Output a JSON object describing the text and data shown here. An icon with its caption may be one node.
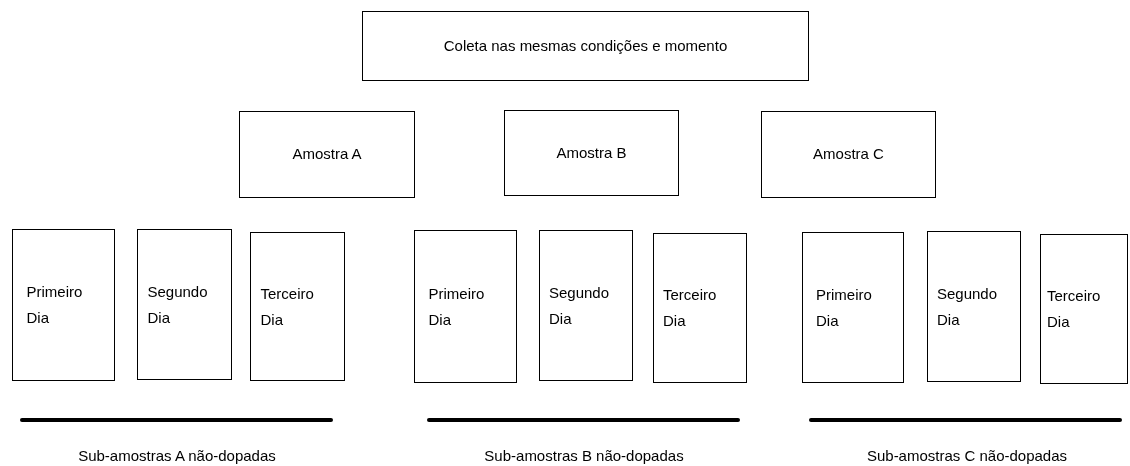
{
  "diagram": {
    "nodes": [
      {
        "text": [
          "Coleta nas mesmas condições e momento"
        ]
      },
      {
        "text": [
          "Amostra A"
        ]
      },
      {
        "text": [
          "Amostra B"
        ]
      },
      {
        "text": [
          "Amostra C"
        ]
      },
      {
        "text": [
          "Primeiro Dia"
        ]
      },
      {
        "text": [
          "Segundo Dia"
        ]
      },
      {
        "text": [
          "Terceiro Dia"
        ]
      },
      {
        "text": [
          "Primeiro Dia"
        ]
      },
      {
        "text": [
          "Segundo Dia"
        ]
      },
      {
        "text": [
          "Terceiro Dia"
        ]
      },
      {
        "text": [
          "Primeiro Dia"
        ]
      },
      {
        "text": [
          "Segundo Dia"
        ]
      },
      {
        "text": [
          "Terceiro Dia"
        ]
      }
    ],
    "edges": [],
    "labels": [
      "Sub-amostras A não-dopadas",
      "Sub-amostras B não-dopadas",
      "Sub-amostras C não-dopadas"
    ]
  }
}
